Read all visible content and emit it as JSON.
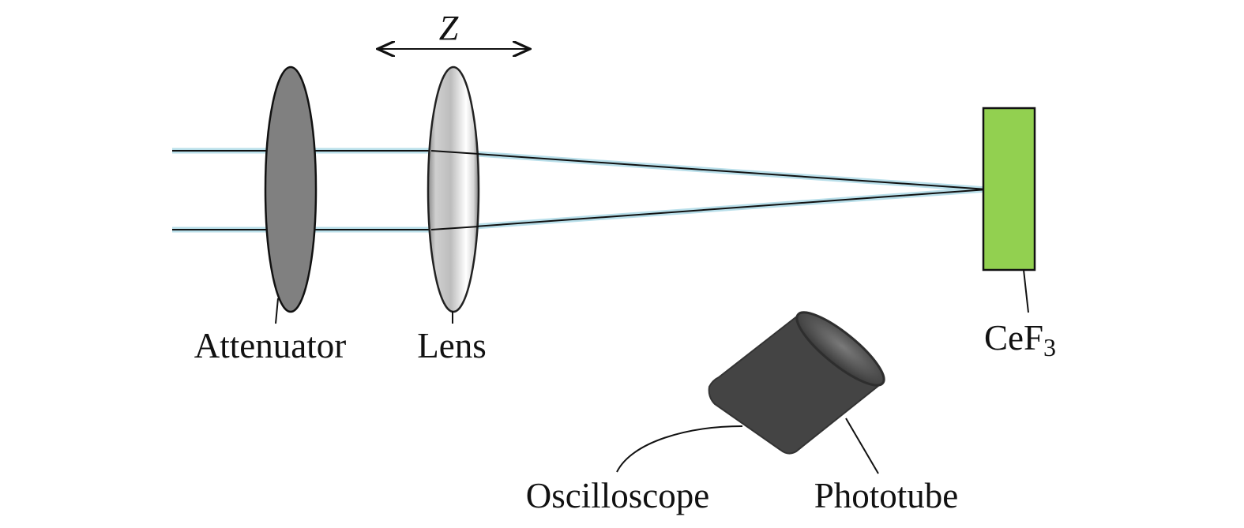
{
  "diagram": {
    "labels": {
      "attenuator": "Attenuator",
      "lens": "Lens",
      "crystal": "CeF",
      "crystal_subscript": "3",
      "oscilloscope": "Oscilloscope",
      "phototube": "Phototube",
      "displacement": "Z"
    },
    "colors": {
      "attenuator_fill": "#808080",
      "crystal_fill": "#92d050",
      "beam_glow": "#a8d8e6",
      "phototube_fill": "#444444"
    }
  }
}
